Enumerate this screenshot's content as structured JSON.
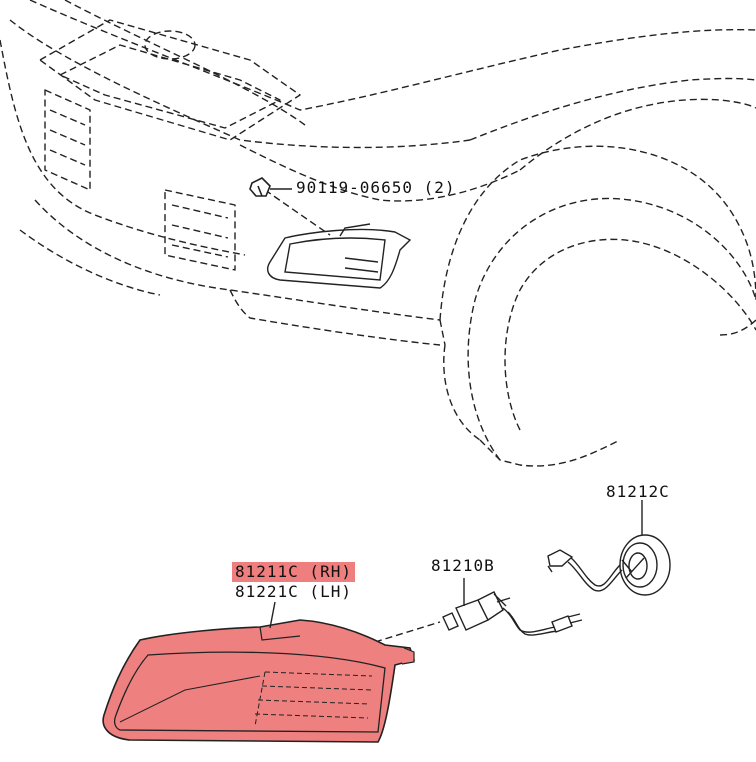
{
  "colors": {
    "highlight": "#ef7f7f",
    "part_fill": "#ee8080",
    "line": "#222222"
  },
  "parts": {
    "bolt": {
      "number": "90119-06650",
      "qty": "(2)"
    },
    "lamp_rh": "81211C (RH)",
    "lamp_lh": "81221C (LH)",
    "bulb": "81210B",
    "socket_cover": "81212C"
  }
}
